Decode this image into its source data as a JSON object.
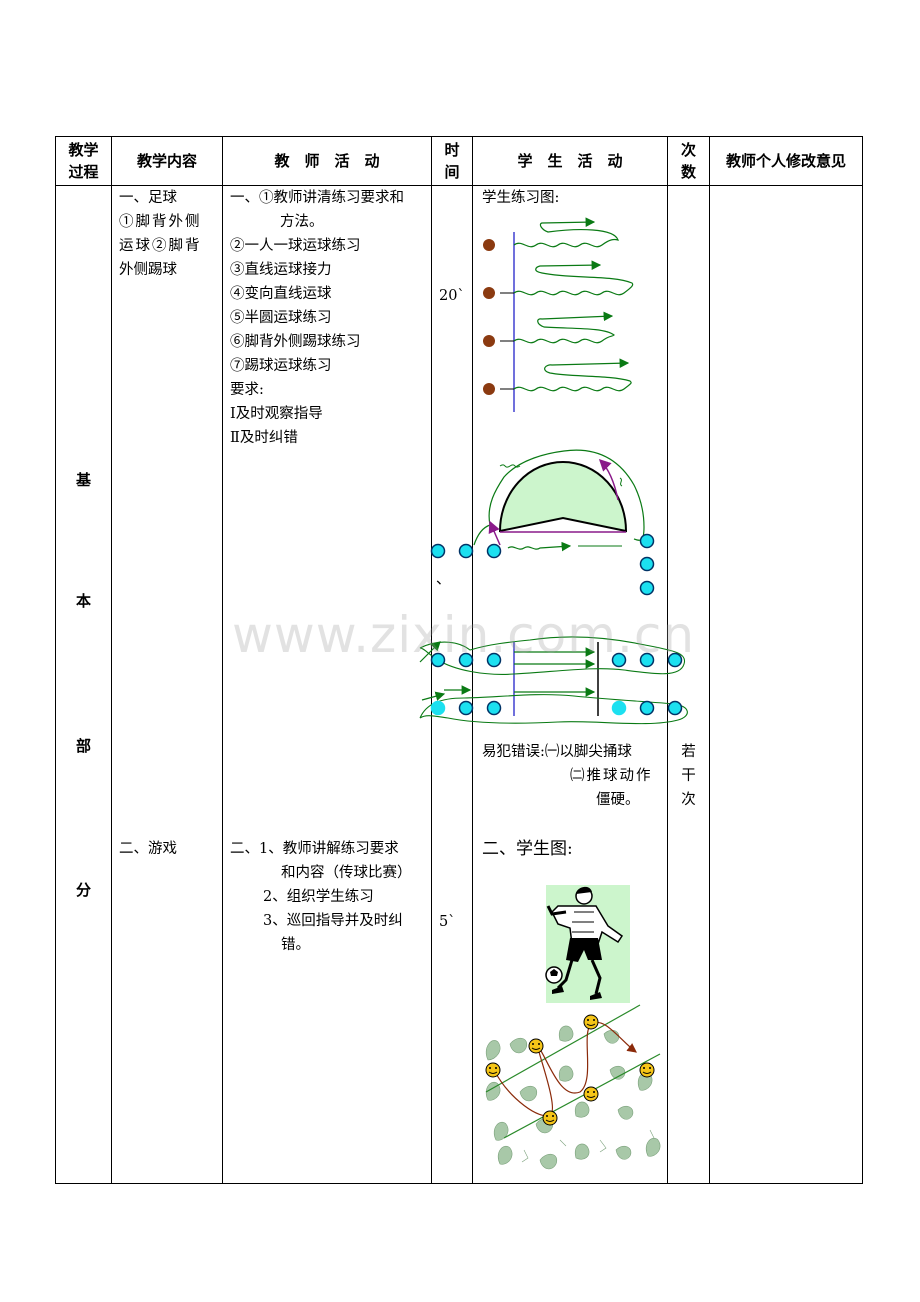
{
  "headers": {
    "process": "教学\n过程",
    "content": "教学内容",
    "teacher": "教　师　活　动",
    "time": "时\n间",
    "student": "学　生　活　动",
    "count": "次\n数",
    "opinion": "教师个人修改意见"
  },
  "section": {
    "c1": "基",
    "c2": "本",
    "c3": "部",
    "c4": "分"
  },
  "content": {
    "p1_line1": "一、足球",
    "p1_line2": "①脚背外侧",
    "p1_line3": "运球②脚背",
    "p1_line4": "外侧踢球",
    "p2": "二、游戏"
  },
  "teacher": {
    "a1": "一、①教师讲清练习要求和",
    "a2": "方法。",
    "a3": "②一人一球运球练习",
    "a4": "③直线运球接力",
    "a5": "④变向直线运球",
    "a6": "⑤半圆运球练习",
    "a7": "⑥脚背外侧踢球练习",
    "a8": "⑦踢球运球练习",
    "a9": "要求:",
    "a10": "Ⅰ及时观察指导",
    "a11": "Ⅱ及时纠错",
    "b1": "二、1、教师讲解练习要求",
    "b2": "和内容（传球比赛）",
    "b3": "2、组织学生练习",
    "b4": "3、巡回指导并及时纠",
    "b5": "错。"
  },
  "time": {
    "t1": "20`",
    "t2": "5`",
    "mark": "、"
  },
  "student": {
    "diagram_title": "学生练习图:",
    "err1": "易犯错误:㈠以脚尖捅球",
    "err2": "㈡推球动作",
    "err3": "僵硬。",
    "fig2_title": "二、学生图:"
  },
  "count": {
    "c1": "若",
    "c2": "干",
    "c3": "次"
  },
  "watermark": "www.zixin.com.cn",
  "colors": {
    "dot_brown": "#8b3a10",
    "dot_cyan": "#1ce0f0",
    "arrow_green": "#0a7a14",
    "line_blue": "#4040d0",
    "field_green": "#ccf5cc",
    "arrow_purple": "#8a1a8a"
  }
}
